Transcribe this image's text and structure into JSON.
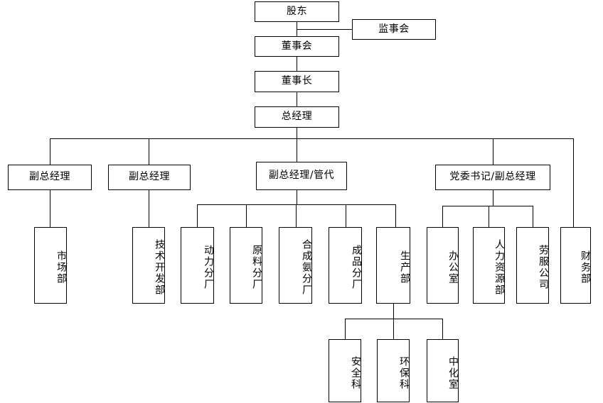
{
  "chart_data": {
    "type": "diagram",
    "subtype": "org-chart",
    "title": "",
    "orientation": "top-down",
    "language": "zh-CN",
    "colors": {
      "background": "#ffffff",
      "box_border": "#000000",
      "box_fill": "#ffffff",
      "connector": "#000000",
      "text": "#000000"
    },
    "nodes": [
      {
        "id": "shareholders",
        "label": "股东",
        "level": 0,
        "orientation": "horizontal"
      },
      {
        "id": "supervisory-board",
        "label": "监事会",
        "level": 0,
        "orientation": "horizontal"
      },
      {
        "id": "board",
        "label": "董事会",
        "level": 1,
        "orientation": "horizontal"
      },
      {
        "id": "chairman",
        "label": "董事长",
        "level": 2,
        "orientation": "horizontal"
      },
      {
        "id": "general-manager",
        "label": "总经理",
        "level": 3,
        "orientation": "horizontal"
      },
      {
        "id": "deputy-gm-1",
        "label": "副总经理",
        "level": 4,
        "orientation": "horizontal"
      },
      {
        "id": "deputy-gm-2",
        "label": "副总经理",
        "level": 4,
        "orientation": "horizontal"
      },
      {
        "id": "deputy-gm-mr",
        "label": "副总经理/管代",
        "level": 4,
        "orientation": "horizontal"
      },
      {
        "id": "party-secretary",
        "label": "党委书记/副总经理",
        "level": 4,
        "orientation": "horizontal"
      },
      {
        "id": "marketing-dept",
        "label": "市场部",
        "level": 5,
        "orientation": "vertical"
      },
      {
        "id": "tech-dev-dept",
        "label": "技术开发部",
        "level": 5,
        "orientation": "vertical"
      },
      {
        "id": "power-plant",
        "label": "动力分厂",
        "level": 5,
        "orientation": "vertical"
      },
      {
        "id": "raw-material-plant",
        "label": "原料分厂",
        "level": 5,
        "orientation": "vertical"
      },
      {
        "id": "ammonia-plant",
        "label": "合成氨分厂",
        "level": 5,
        "orientation": "vertical"
      },
      {
        "id": "finished-plant",
        "label": "成品分厂",
        "level": 5,
        "orientation": "vertical"
      },
      {
        "id": "production-dept",
        "label": "生产部",
        "level": 5,
        "orientation": "vertical"
      },
      {
        "id": "office",
        "label": "办公室",
        "level": 5,
        "orientation": "vertical"
      },
      {
        "id": "hr-dept",
        "label": "人力资源部",
        "level": 5,
        "orientation": "vertical"
      },
      {
        "id": "labor-service-co",
        "label": "劳服公司",
        "level": 5,
        "orientation": "vertical"
      },
      {
        "id": "finance-dept",
        "label": "财务部",
        "level": 5,
        "orientation": "vertical"
      },
      {
        "id": "safety-section",
        "label": "安全科",
        "level": 6,
        "orientation": "vertical"
      },
      {
        "id": "environment-section",
        "label": "环保科",
        "level": 6,
        "orientation": "vertical"
      },
      {
        "id": "sinochem-office",
        "label": "中化室",
        "level": 6,
        "orientation": "vertical"
      }
    ],
    "edges": [
      {
        "from": "shareholders",
        "to": "supervisory-board"
      },
      {
        "from": "shareholders",
        "to": "board"
      },
      {
        "from": "board",
        "to": "chairman"
      },
      {
        "from": "chairman",
        "to": "general-manager"
      },
      {
        "from": "general-manager",
        "to": "deputy-gm-1"
      },
      {
        "from": "general-manager",
        "to": "deputy-gm-2"
      },
      {
        "from": "general-manager",
        "to": "deputy-gm-mr"
      },
      {
        "from": "general-manager",
        "to": "party-secretary"
      },
      {
        "from": "general-manager",
        "to": "finance-dept"
      },
      {
        "from": "deputy-gm-1",
        "to": "marketing-dept"
      },
      {
        "from": "deputy-gm-2",
        "to": "tech-dev-dept"
      },
      {
        "from": "deputy-gm-mr",
        "to": "power-plant"
      },
      {
        "from": "deputy-gm-mr",
        "to": "raw-material-plant"
      },
      {
        "from": "deputy-gm-mr",
        "to": "ammonia-plant"
      },
      {
        "from": "deputy-gm-mr",
        "to": "finished-plant"
      },
      {
        "from": "deputy-gm-mr",
        "to": "production-dept"
      },
      {
        "from": "party-secretary",
        "to": "office"
      },
      {
        "from": "party-secretary",
        "to": "hr-dept"
      },
      {
        "from": "party-secretary",
        "to": "labor-service-co"
      },
      {
        "from": "production-dept",
        "to": "safety-section"
      },
      {
        "from": "production-dept",
        "to": "environment-section"
      },
      {
        "from": "production-dept",
        "to": "sinochem-office"
      }
    ]
  },
  "nodes": {
    "shareholders": {
      "label": "股东"
    },
    "supervisory_board": {
      "label": "监事会"
    },
    "board": {
      "label": "董事会"
    },
    "chairman": {
      "label": "董事长"
    },
    "general_manager": {
      "label": "总经理"
    },
    "deputy_gm_1": {
      "label": "副总经理"
    },
    "deputy_gm_2": {
      "label": "副总经理"
    },
    "deputy_gm_mr": {
      "label": "副总经理/管代"
    },
    "party_secretary": {
      "label": "党委书记/副总经理"
    },
    "marketing_dept": {
      "label": "市场部"
    },
    "tech_dev_dept": {
      "label": "技术开发部"
    },
    "power_plant": {
      "label": "动力分厂"
    },
    "raw_material_plant": {
      "label": "原料分厂"
    },
    "ammonia_plant": {
      "label": "合成氨分厂"
    },
    "finished_plant": {
      "label": "成品分厂"
    },
    "production_dept": {
      "label": "生产部"
    },
    "office": {
      "label": "办公室"
    },
    "hr_dept": {
      "label": "人力资源部"
    },
    "labor_service_co": {
      "label": "劳服公司"
    },
    "finance_dept": {
      "label": "财务部"
    },
    "safety_section": {
      "label": "安全科"
    },
    "environment_section": {
      "label": "环保科"
    },
    "sinochem_office": {
      "label": "中化室"
    }
  }
}
